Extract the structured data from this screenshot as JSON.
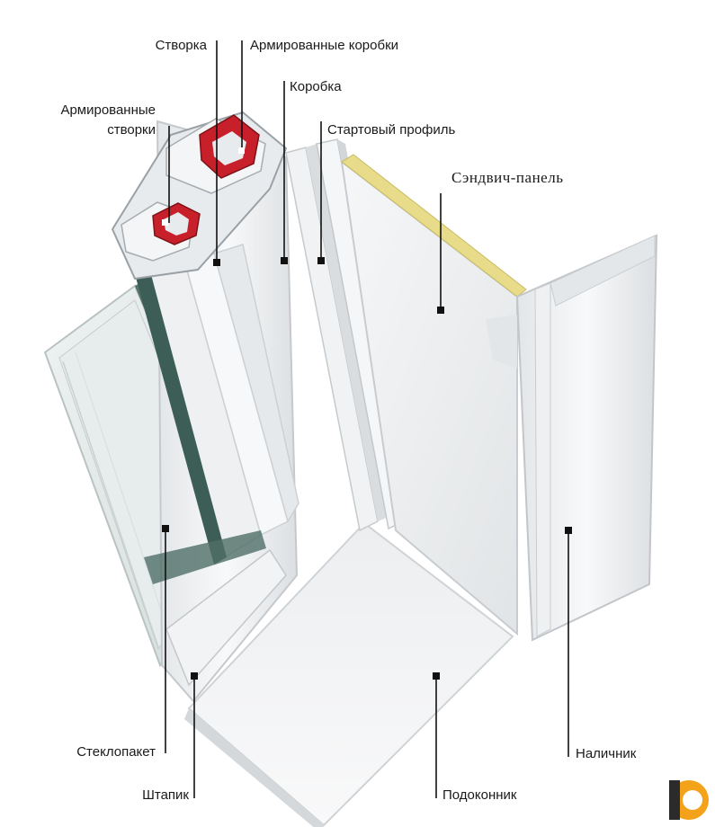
{
  "labels": {
    "stvorka": "Створка",
    "armirovannye_korobki": "Армированные коробки",
    "korobka": "Коробка",
    "armirovannye_stvorki_line1": "Армированные",
    "armirovannye_stvorki_line2": "створки",
    "startovyi_profil": "Стартовый профиль",
    "sendvich_panel": "Сэндвич-панель",
    "steklopaket": "Стеклопакет",
    "shtapik": "Штапик",
    "podokonnik": "Подоконник",
    "nalichnik": "Наличник"
  },
  "colors": {
    "profile_white": "#f2f3f4",
    "profile_shadow": "#d7dadd",
    "reinforcement_red": "#c8202a",
    "foam_yellow": "#e8dc8a",
    "glass": "#dfe7e6",
    "glass_edge": "#3d5e56",
    "logo_orange": "#f4a21a",
    "logo_dark": "#2b2b2b"
  },
  "logo": {
    "icon": "brand-logo-icon"
  }
}
